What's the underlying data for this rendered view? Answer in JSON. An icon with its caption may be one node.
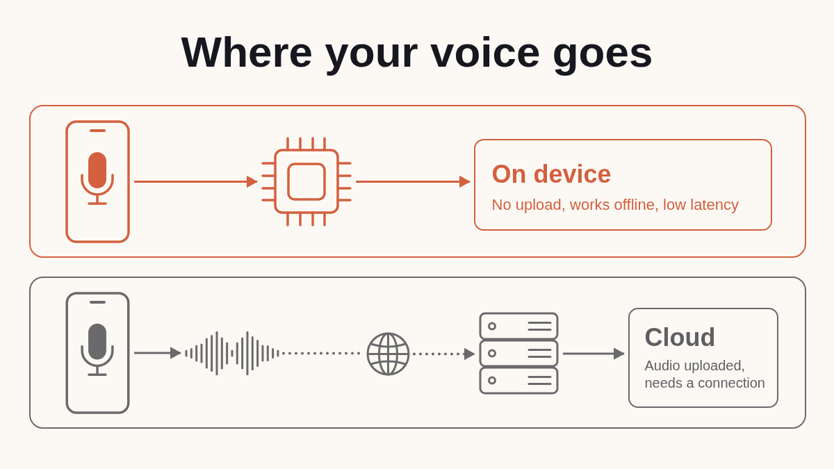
{
  "diagram": {
    "title": "Where your voice goes",
    "nodes": [
      {
        "text": [],
        "shape": "box"
      },
      {
        "text": [],
        "shape": "picture",
        "in": 0
      },
      {
        "text": [],
        "shape": "picture",
        "in": 0
      },
      {
        "text": [
          "On device",
          "No upload, works offline, low latency"
        ],
        "in": 0
      },
      {
        "text": [],
        "shape": "box"
      },
      {
        "text": [],
        "shape": "picture",
        "in": 4
      },
      {
        "text": [],
        "shape": "picture",
        "in": 4
      },
      {
        "text": [],
        "shape": "picture",
        "in": 4
      },
      {
        "text": [],
        "shape": "picture",
        "in": 4
      },
      {
        "text": [
          "Cloud",
          "Audio uploaded, needs a connection"
        ],
        "in": 4
      }
    ],
    "edges": [
      {
        "from": 1,
        "to": 2,
        "arrow": "to",
        "color": "#d3603f"
      },
      {
        "from": 2,
        "to": 3,
        "arrow": "to",
        "color": "#d3603f"
      },
      {
        "from": 5,
        "to": 6,
        "arrow": "to"
      },
      {
        "from": 6,
        "to": 7,
        "arrow": "none",
        "style": "dashed"
      },
      {
        "from": 7,
        "to": 8,
        "arrow": "to",
        "style": "dashed"
      },
      {
        "from": 8,
        "to": 9,
        "arrow": "to"
      }
    ]
  }
}
